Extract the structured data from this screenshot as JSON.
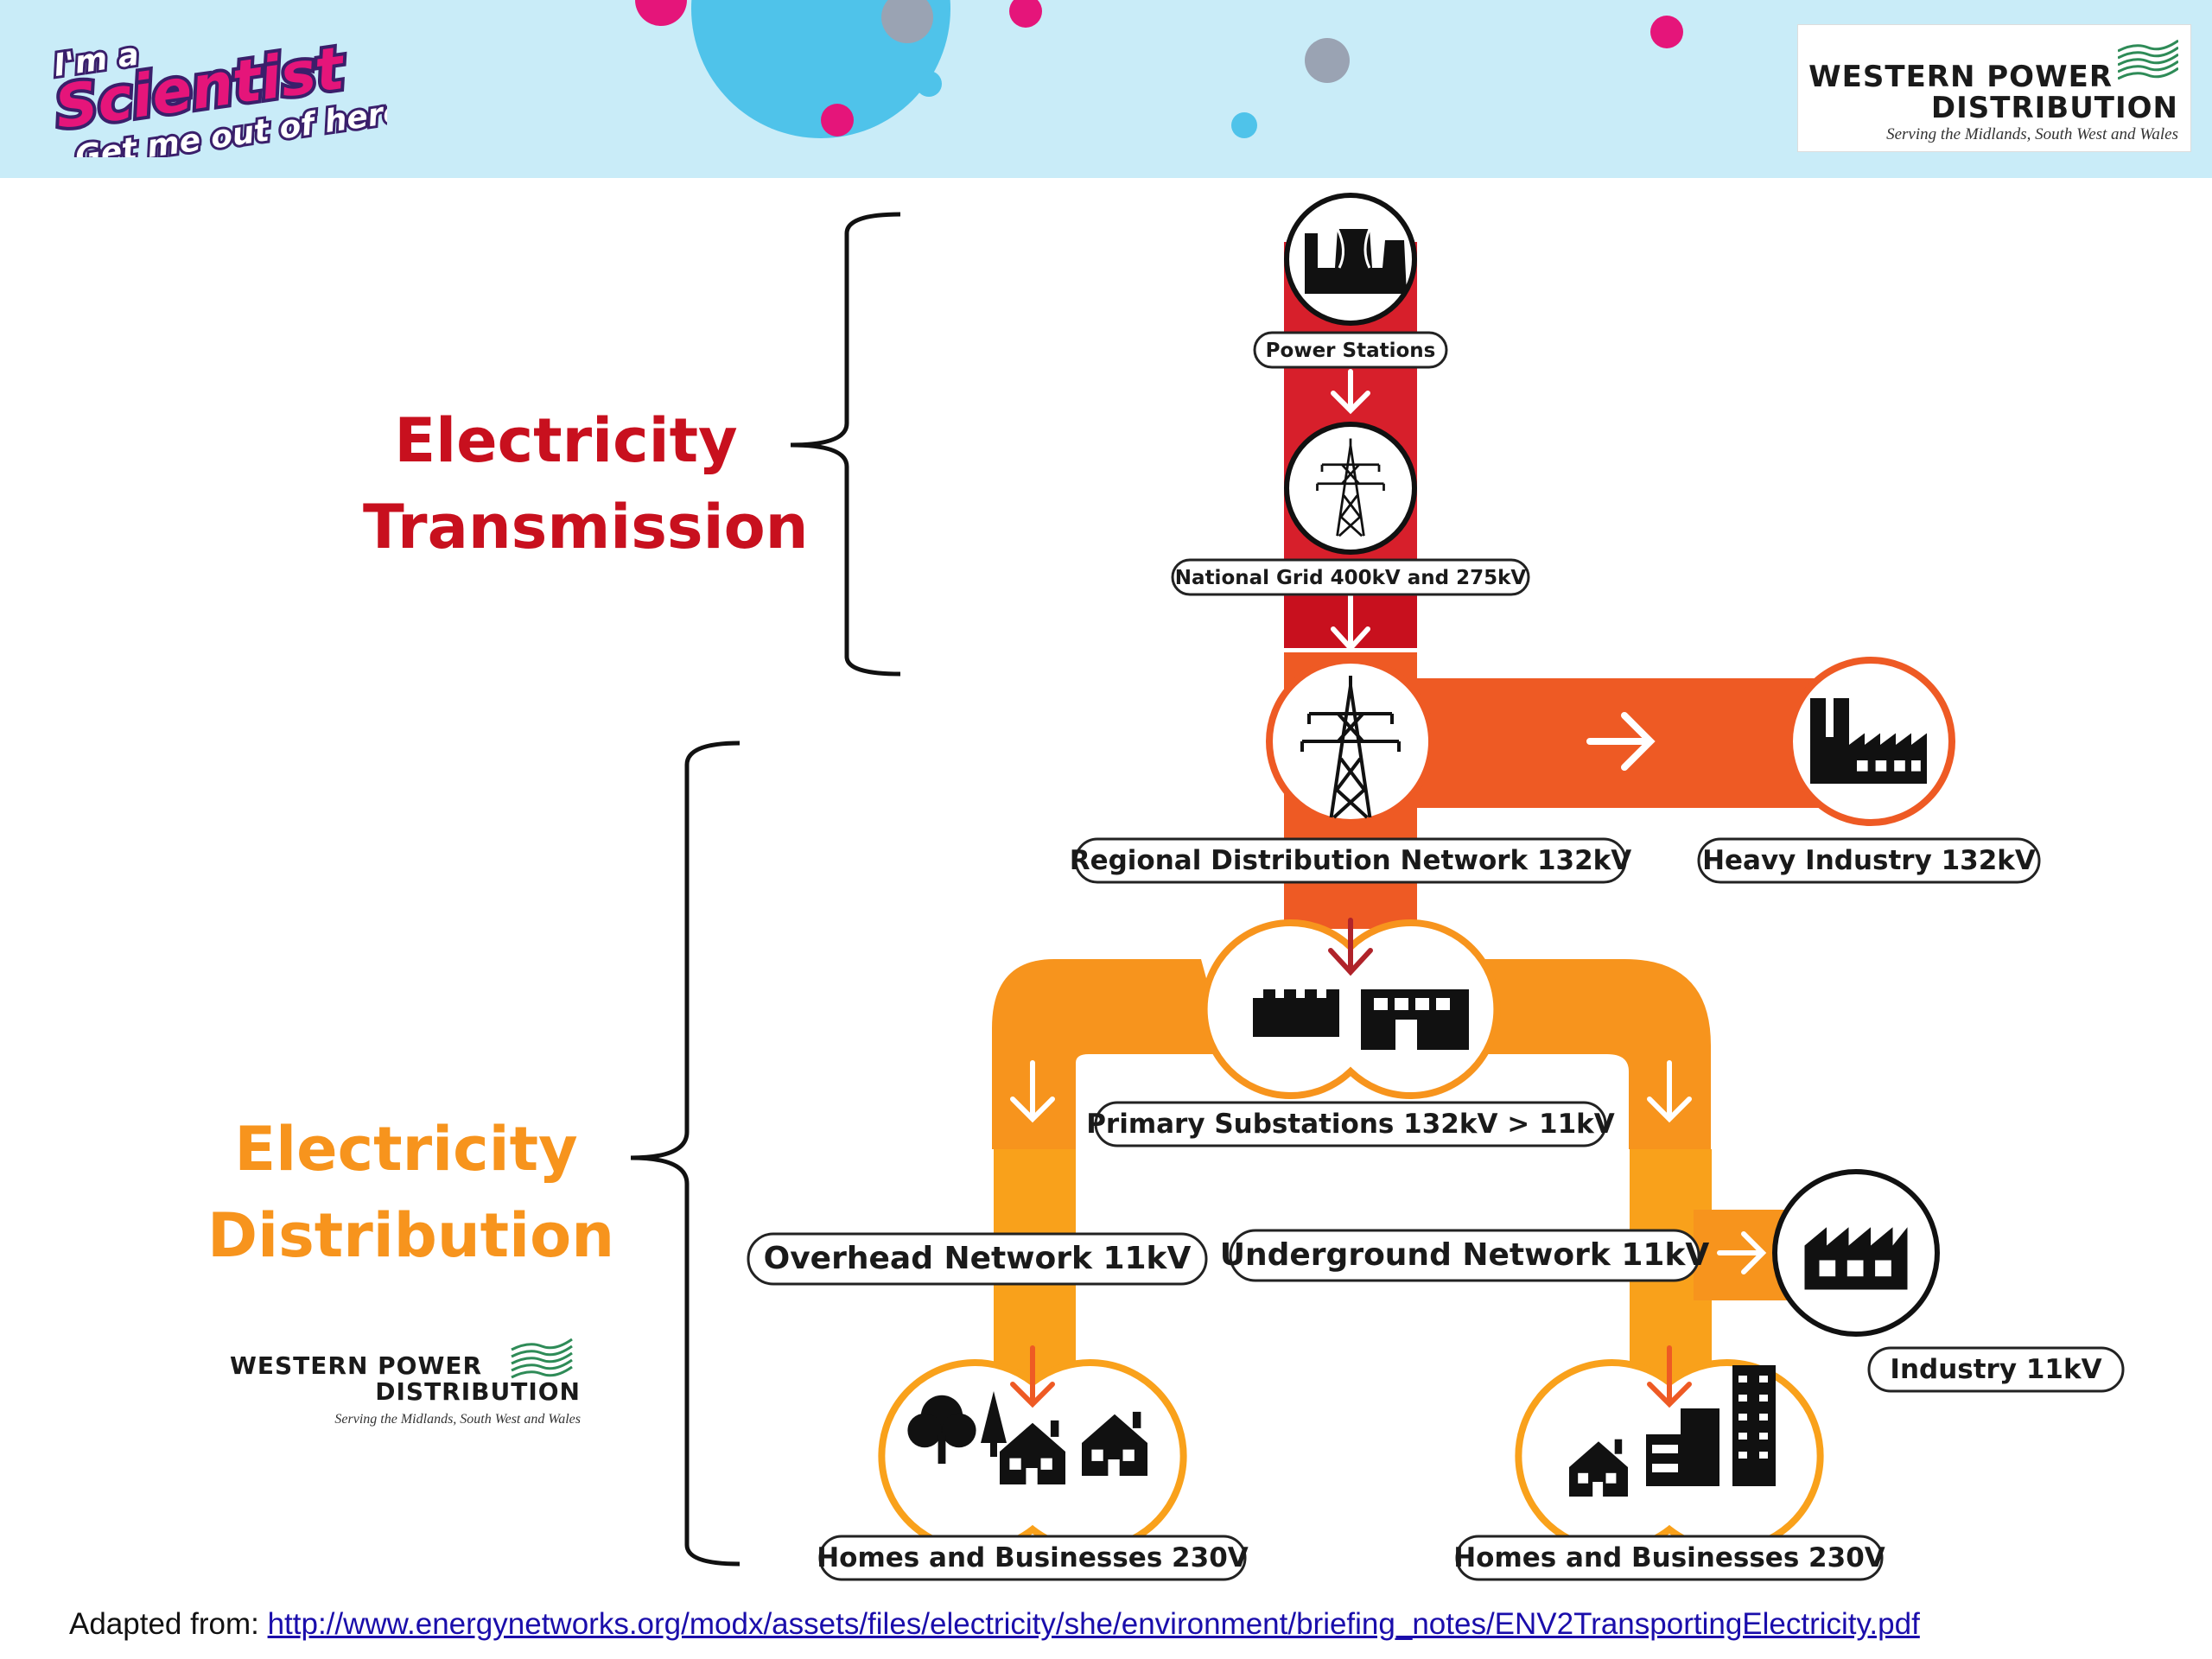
{
  "banner": {
    "logo_text": [
      "I'm a",
      "Scientist",
      "Get me out of here"
    ],
    "wpd_logo": {
      "line1": "WESTERN POWER",
      "line2": "DISTRIBUTION",
      "tagline": "Serving the Midlands, South West and Wales"
    }
  },
  "titles": {
    "transmission": [
      "Electricity",
      "Transmission"
    ],
    "distribution": [
      "Electricity",
      "Distribution"
    ]
  },
  "colors": {
    "transmission": "#c8101e",
    "distribution_dark": "#ee5a24",
    "distribution_light": "#f7941d",
    "low_voltage": "#f9a11b"
  },
  "nodes": {
    "power_stations": {
      "label": "Power Stations",
      "icon": "power-station-icon"
    },
    "national_grid": {
      "label": "National Grid 400kV and 275kV",
      "icon": "pylon-icon"
    },
    "regional_network": {
      "label": "Regional Distribution Network 132kV",
      "icon": "pylon-icon"
    },
    "heavy_industry": {
      "label": "Heavy Industry 132kV",
      "icon": "factory-icon"
    },
    "primary_substations": {
      "label": "Primary Substations 132kV > 11kV",
      "icon": "substation-icon"
    },
    "overhead_network": {
      "label": "Overhead Network 11kV"
    },
    "underground_network": {
      "label": "Underground Network 11kV"
    },
    "industry_11kv": {
      "label": "Industry 11kV",
      "icon": "factory-icon"
    },
    "homes_left": {
      "label": "Homes and Businesses 230V",
      "icon": "houses-trees-icon"
    },
    "homes_right": {
      "label": "Homes and Businesses 230V",
      "icon": "houses-flats-icon"
    }
  },
  "wpd_logo_small": {
    "line1": "WESTERN POWER",
    "line2": "DISTRIBUTION",
    "tagline": "Serving the Midlands, South West and Wales"
  },
  "source": {
    "prefix": "Adapted from:",
    "url": "http://www.energynetworks.org/modx/assets/files/electricity/she/environment/briefing_notes/ENV2TransportingElectricity.pdf"
  }
}
